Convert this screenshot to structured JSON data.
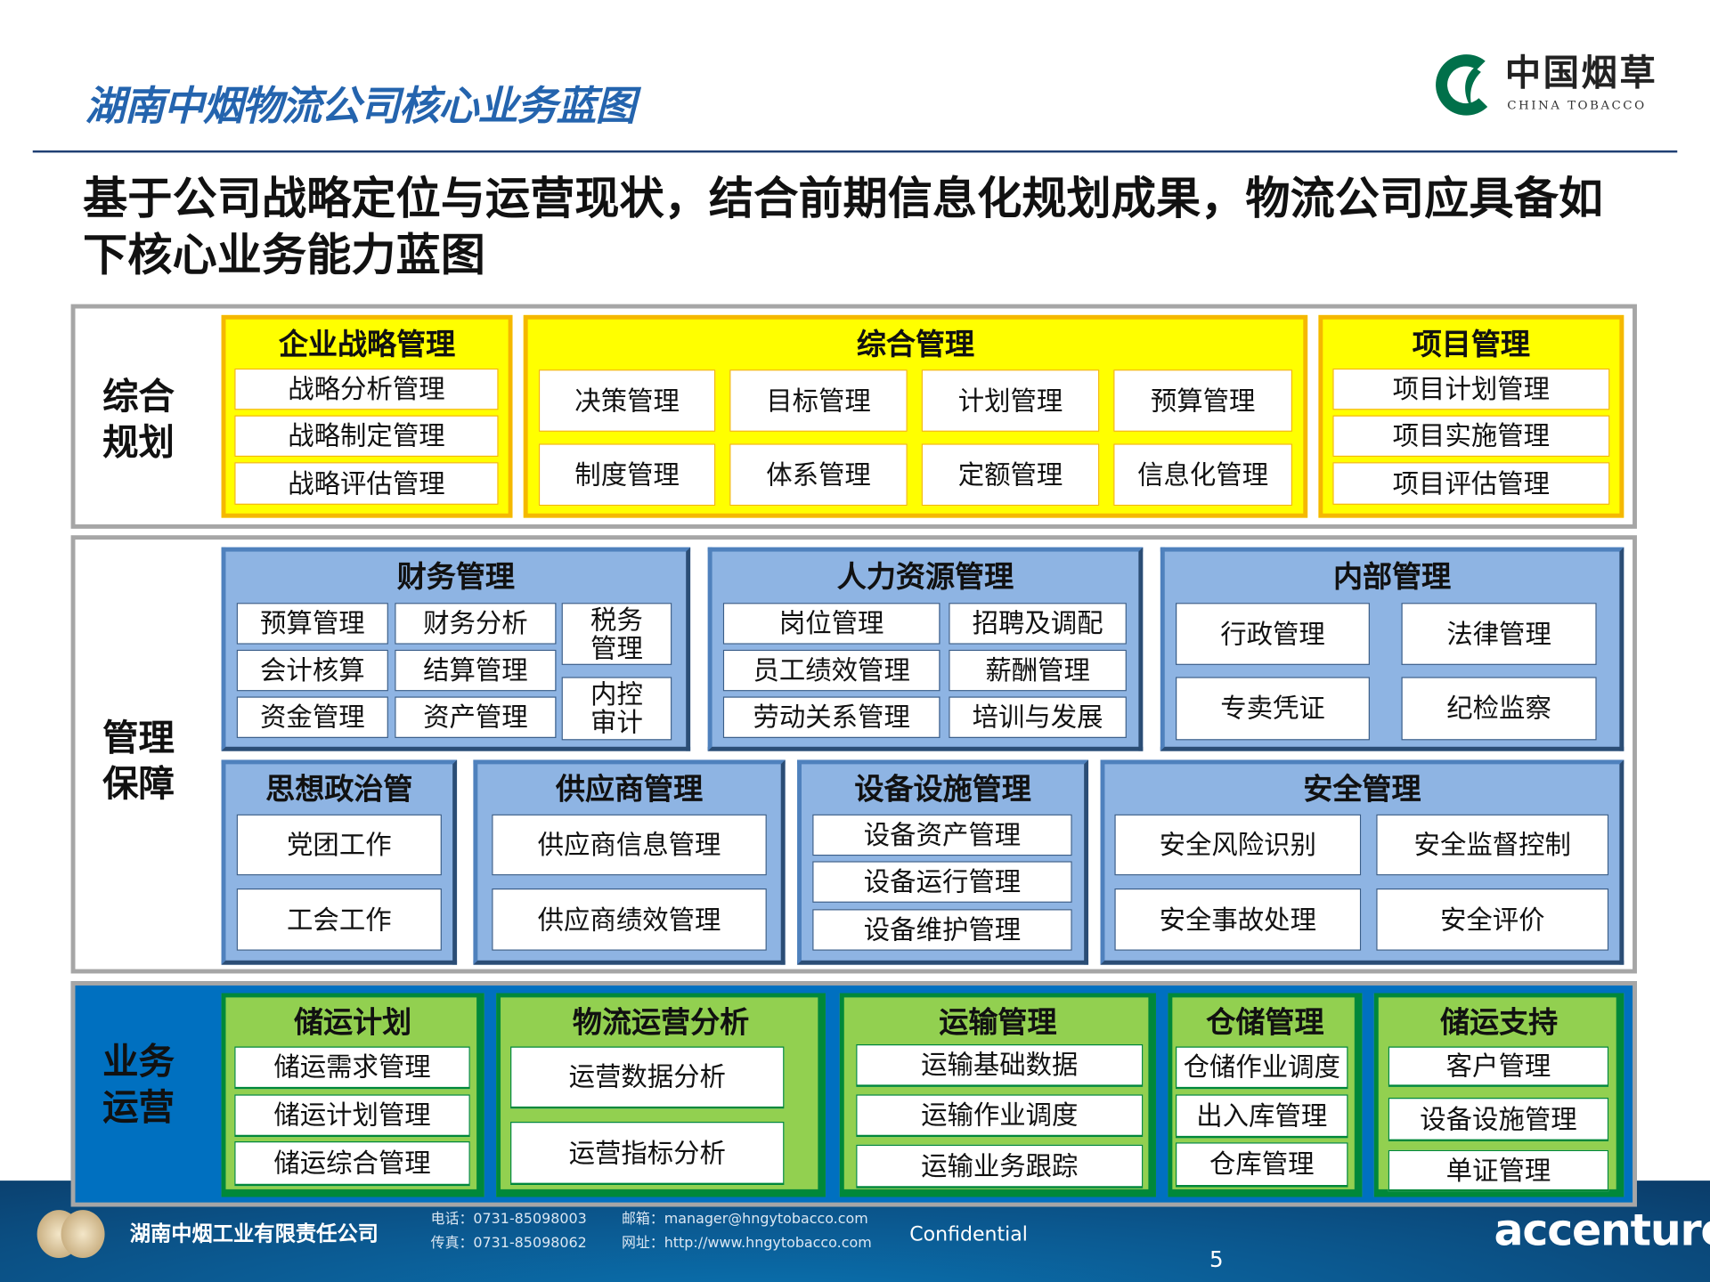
{
  "title": "湖南中烟物流公司核心业务蓝图",
  "heading": "基于公司战略定位与运营现状，结合前期信息化规划成果，物流公司应具备如下核心业务能力蓝图",
  "logo": {
    "cn": "中国烟草",
    "en": "CHINA TOBACCO",
    "color": "#00704a"
  },
  "colors": {
    "yellow_fill": "#ffff00",
    "yellow_border": "#f5b800",
    "blue_fill": "#8eb4e3",
    "blue_border": "#385d8a",
    "green_fill": "#92d050",
    "green_border": "#00883a",
    "ops_bg": "#0070c0"
  },
  "sections": [
    {
      "label": "综合\n规划",
      "groups": [
        {
          "title": "企业战略管理",
          "items": [
            "战略分析管理",
            "战略制定管理",
            "战略评估管理"
          ]
        },
        {
          "title": "综合管理",
          "items": [
            "决策管理",
            "目标管理",
            "计划管理",
            "预算管理",
            "制度管理",
            "体系管理",
            "定额管理",
            "信息化管理"
          ]
        },
        {
          "title": "项目管理",
          "items": [
            "项目计划管理",
            "项目实施管理",
            "项目评估管理"
          ]
        }
      ]
    },
    {
      "label": "管理\n保障",
      "groups": [
        {
          "title": "财务管理",
          "items": [
            "预算管理",
            "财务分析",
            "会计核算",
            "结算管理",
            "资金管理",
            "资产管理",
            "税务\n管理",
            "内控\n审计"
          ]
        },
        {
          "title": "人力资源管理",
          "items": [
            "岗位管理",
            "招聘及调配",
            "员工绩效管理",
            "薪酬管理",
            "劳动关系管理",
            "培训与发展"
          ]
        },
        {
          "title": "内部管理",
          "items": [
            "行政管理",
            "法律管理",
            "专卖凭证",
            "纪检监察"
          ]
        },
        {
          "title": "思想政治管",
          "items": [
            "党团工作",
            "工会工作"
          ]
        },
        {
          "title": "供应商管理",
          "items": [
            "供应商信息管理",
            "供应商绩效管理"
          ]
        },
        {
          "title": "设备设施管理",
          "items": [
            "设备资产管理",
            "设备运行管理",
            "设备维护管理"
          ]
        },
        {
          "title": "安全管理",
          "items": [
            "安全风险识别",
            "安全监督控制",
            "安全事故处理",
            "安全评价"
          ]
        }
      ]
    },
    {
      "label": "业务\n运营",
      "groups": [
        {
          "title": "储运计划",
          "items": [
            "储运需求管理",
            "储运计划管理",
            "储运综合管理"
          ]
        },
        {
          "title": "物流运营分析",
          "items": [
            "运营数据分析",
            "运营指标分析"
          ]
        },
        {
          "title": "运输管理",
          "items": [
            "运输基础数据",
            "运输作业调度",
            "运输业务跟踪"
          ]
        },
        {
          "title": "仓储管理",
          "items": [
            "仓储作业调度",
            "出入库管理",
            "仓库管理"
          ]
        },
        {
          "title": "储运支持",
          "items": [
            "客户管理",
            "设备设施管理",
            "单证管理"
          ]
        }
      ]
    }
  ],
  "footer": {
    "company": "湖南中烟工业有限责任公司",
    "phone": "电话：0731-85098003",
    "fax": "传真：0731-85098062",
    "email": "邮箱：manager@hngytobacco.com",
    "website": "网址：http://www.hngytobacco.com",
    "confidential": "Confidential",
    "page": "5",
    "brand": "accenture"
  }
}
